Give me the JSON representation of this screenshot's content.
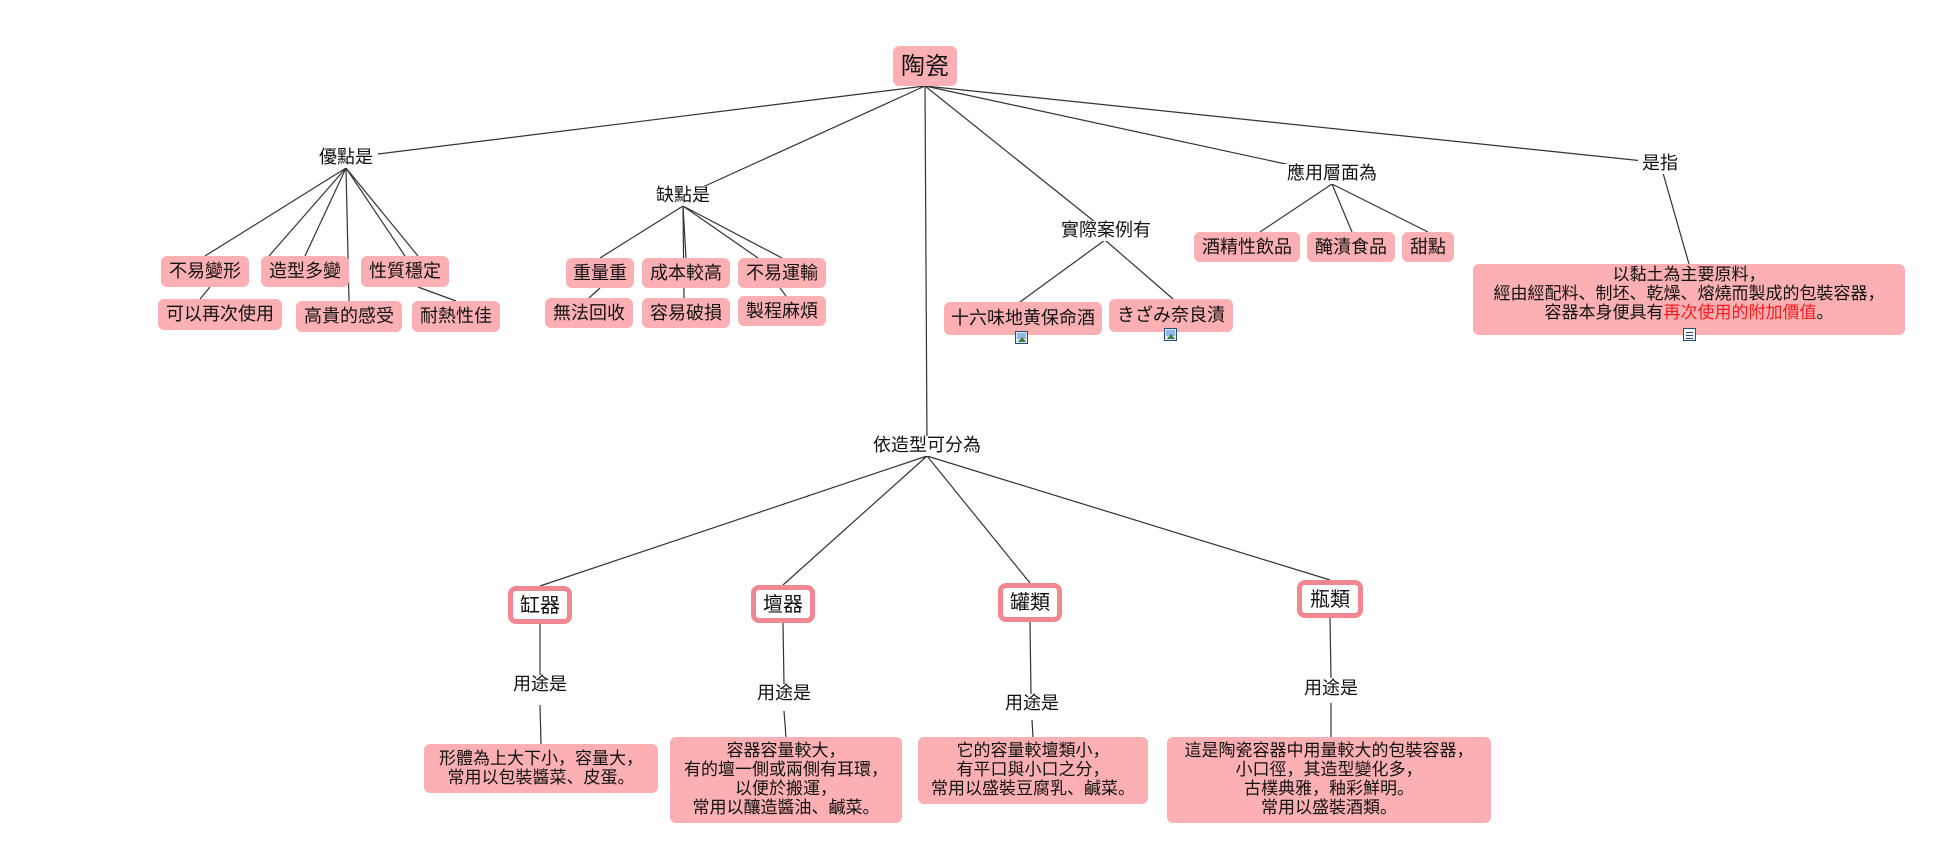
{
  "map": {
    "root": "陶瓷",
    "links": {
      "advantages": "優點是",
      "disadvantages": "缺點是",
      "examples": "實際案例有",
      "applications": "應用層面為",
      "definition": "是指",
      "by_shape": "依造型可分為"
    },
    "advantages": [
      "不易變形",
      "造型多變",
      "性質穩定",
      "可以再次使用",
      "高貴的感受",
      "耐熱性佳"
    ],
    "disadvantages": [
      "重量重",
      "成本較高",
      "不易運輸",
      "無法回收",
      "容易破損",
      "製程麻煩"
    ],
    "examples": [
      "十六味地黄保命酒",
      "きざみ奈良漬"
    ],
    "applications": [
      "酒精性飲品",
      "醃漬食品",
      "甜點"
    ],
    "definition": {
      "line1": "以黏土為主要原料，",
      "line2": "經由經配料、制坯、乾燥、熔燒而製成的包裝容器，",
      "line3_prefix": "容器本身便具有",
      "line3_highlight": "再次使用的附加價值",
      "line3_suffix": "。"
    },
    "shapes": [
      {
        "name": "缸器",
        "link": "用途是",
        "desc": [
          "形體為上大下小，容量大，",
          "常用以包裝醬菜、皮蛋。"
        ]
      },
      {
        "name": "壇器",
        "link": "用途是",
        "desc": [
          "容器容量較大，",
          "有的壇一側或兩側有耳環，",
          "以便於搬運，",
          "常用以釀造醬油、鹹菜。"
        ]
      },
      {
        "name": "罐類",
        "link": "用途是",
        "desc": [
          "它的容量較壇類小，",
          "有平口與小口之分，",
          "常用以盛裝豆腐乳、鹹菜。"
        ]
      },
      {
        "name": "瓶類",
        "link": "用途是",
        "desc": [
          "這是陶瓷容器中用量較大的包裝容器，",
          "小口徑，其造型變化多，",
          "古樸典雅，釉彩鮮明。",
          "常用以盛裝酒類。"
        ]
      }
    ],
    "icons": [
      "image-icon",
      "image-icon",
      "note-icon"
    ],
    "colors": {
      "concept_fill": "#fcb0b3",
      "highlight_text": "#ff1a1a",
      "category_border": "#f08791"
    }
  }
}
